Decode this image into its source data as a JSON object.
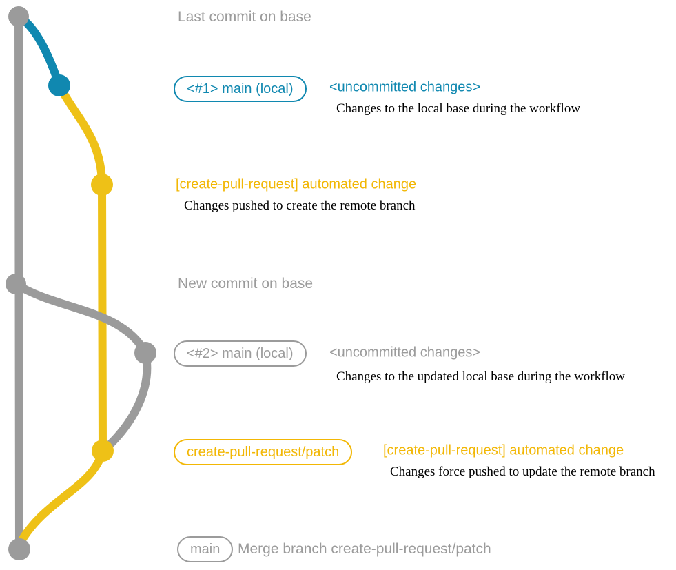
{
  "colors": {
    "teal": "#1088B0",
    "yellow": "#EEC117",
    "yellow_text": "#F2B705",
    "gray_line": "#9B9B9B",
    "gray_text": "#9B9B9B",
    "caption": "#000000"
  },
  "graph": {
    "description": "git graph: base branch (gray), local main (teal/gray), create-pull-request/patch branch (yellow)",
    "commits": [
      {
        "id": "last-commit-on-base",
        "branch": "base",
        "color": "gray"
      },
      {
        "id": "local-main-1",
        "branch": "main (local)",
        "color": "teal"
      },
      {
        "id": "patch-commit-1",
        "branch": "create-pull-request/patch",
        "color": "yellow"
      },
      {
        "id": "new-commit-on-base",
        "branch": "base",
        "color": "gray"
      },
      {
        "id": "local-main-2",
        "branch": "main (local)",
        "color": "gray"
      },
      {
        "id": "patch-commit-2",
        "branch": "create-pull-request/patch",
        "color": "yellow"
      },
      {
        "id": "merge-commit",
        "branch": "base",
        "color": "gray"
      }
    ]
  },
  "rows": {
    "last_commit": {
      "label": "Last commit on base"
    },
    "local_1": {
      "badge": "<#1> main (local)",
      "status": "<uncommitted changes>",
      "caption": "Changes to the local base during the workflow"
    },
    "push_1": {
      "label": "[create-pull-request] automated change",
      "caption": "Changes pushed to create the remote branch"
    },
    "new_commit": {
      "label": "New commit on base"
    },
    "local_2": {
      "badge": "<#2> main (local)",
      "status": "<uncommitted changes>",
      "caption": "Changes to the updated local base during the workflow"
    },
    "push_2": {
      "badge": "create-pull-request/patch",
      "label": "[create-pull-request] automated change",
      "caption": "Changes force pushed to update the remote branch"
    },
    "merge": {
      "badge": "main",
      "label": "Merge branch create-pull-request/patch"
    }
  }
}
